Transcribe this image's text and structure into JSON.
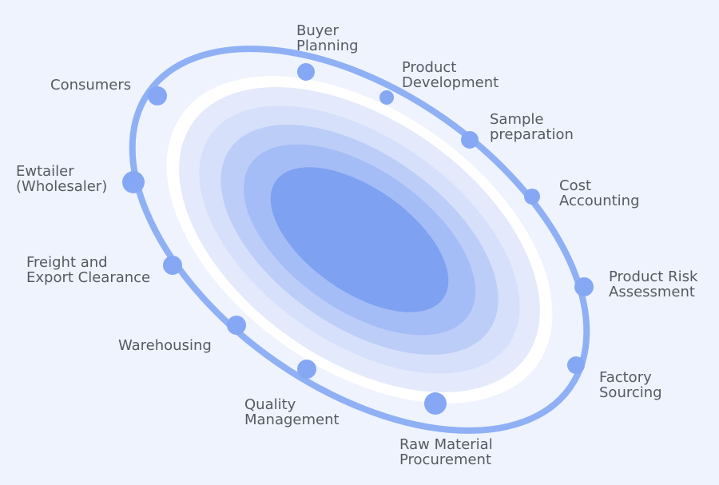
{
  "diagram": {
    "colors": {
      "background": "#eef3fd",
      "ring": "#8fb0f5",
      "node": "#86a8f4",
      "label": "#565a63",
      "core_inner": "#7ea1f2",
      "core_outer": "#e4eafb"
    },
    "stages": [
      {
        "id": "buyer-planning",
        "lines": [
          "Buyer",
          "Planning"
        ]
      },
      {
        "id": "product-development",
        "lines": [
          "Product",
          "Development"
        ]
      },
      {
        "id": "sample-preparation",
        "lines": [
          "Sample",
          "preparation"
        ]
      },
      {
        "id": "cost-accounting",
        "lines": [
          "Cost",
          "Accounting"
        ]
      },
      {
        "id": "product-risk-assessment",
        "lines": [
          "Product Risk",
          "Assessment"
        ]
      },
      {
        "id": "factory-sourcing",
        "lines": [
          "Factory",
          "Sourcing"
        ]
      },
      {
        "id": "raw-material-procurement",
        "lines": [
          "Raw Material",
          "Procurement"
        ]
      },
      {
        "id": "quality-management",
        "lines": [
          "Quality",
          "Management"
        ]
      },
      {
        "id": "warehousing",
        "lines": [
          "Warehousing"
        ]
      },
      {
        "id": "freight-export-clearance",
        "lines": [
          "Freight and",
          "Export Clearance"
        ]
      },
      {
        "id": "ewtailer-wholesaler",
        "lines": [
          "Ewtailer",
          "(Wholesaler)"
        ]
      },
      {
        "id": "consumers",
        "lines": [
          "Consumers"
        ]
      }
    ]
  }
}
